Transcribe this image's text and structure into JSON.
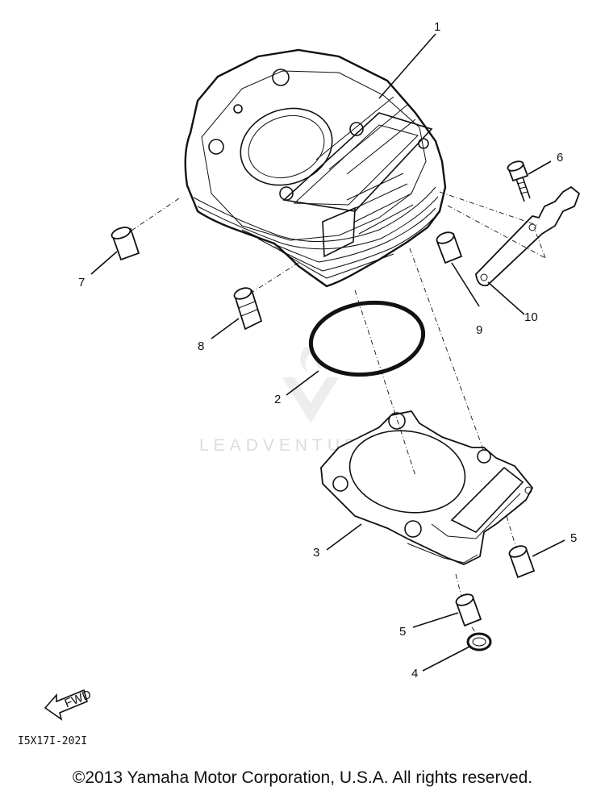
{
  "callouts": {
    "c1": "1",
    "c2": "2",
    "c3": "3",
    "c4": "4",
    "c5a": "5",
    "c5b": "5",
    "c6": "6",
    "c7": "7",
    "c8": "8",
    "c9": "9",
    "c10": "10"
  },
  "fwd_label": "FWD",
  "diagram_code": "I5X17I-202I",
  "watermark": "LEADVENTURE",
  "copyright": "©2013 Yamaha Motor Corporation, U.S.A. All rights reserved."
}
